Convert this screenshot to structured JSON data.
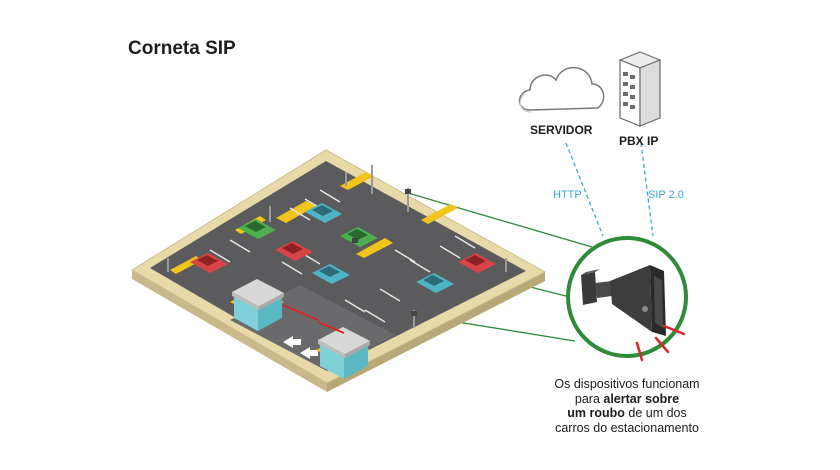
{
  "title": "Corneta SIP",
  "nodes": {
    "server": {
      "label": "SERVIDOR",
      "icon": "cloud-icon"
    },
    "pbx": {
      "label": "PBX IP",
      "icon": "server-rack-icon"
    }
  },
  "links": {
    "server": "HTTP",
    "pbx": "SIP 2.0"
  },
  "device": {
    "icon": "horn-speaker-icon"
  },
  "caption": {
    "line1": "Os dispositivos funcionam",
    "line2_pre": "para ",
    "line2_bold": "alertar sobre",
    "line3_bold": "um roubo",
    "line3_post": " de um dos",
    "line4": "carros do estacionamento"
  },
  "colors": {
    "accent_green": "#2e8b3a",
    "link_blue": "#3aa7d6",
    "lot_asphalt": "#5b5b5d",
    "lot_border": "#e8d9a8",
    "alert_red": "#d9262c"
  }
}
